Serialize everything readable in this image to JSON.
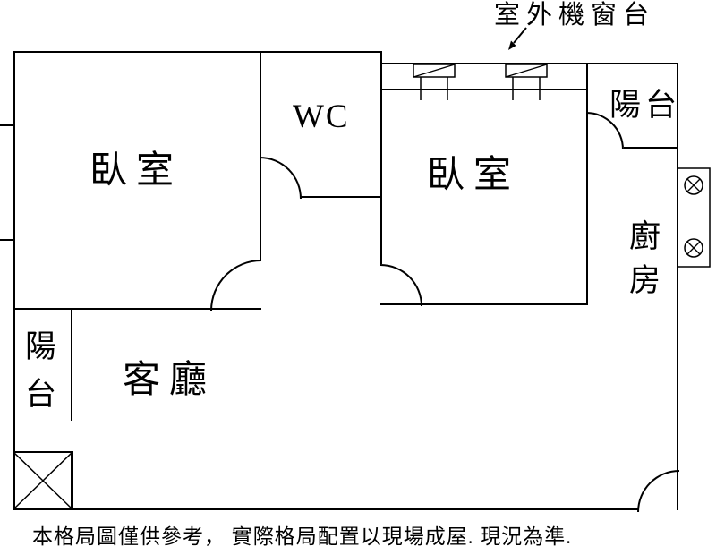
{
  "annotation": {
    "outdoor_unit_sill": "室外機窗台"
  },
  "rooms": {
    "bedroom_left": {
      "label": "臥室"
    },
    "wc": {
      "label": "WC"
    },
    "bedroom_right": {
      "label": "臥室"
    },
    "balcony_top": {
      "label": "陽台"
    },
    "kitchen": {
      "label": "廚房"
    },
    "balcony_left": {
      "label": "陽台"
    },
    "living_room": {
      "label": "客廳"
    }
  },
  "footer": {
    "disclaimer": "本格局圖僅供參考， 實際格局配置以現場成屋. 現況為準."
  },
  "symbols": {
    "ac_outdoor_unit": "rect-with-diagonal",
    "pipe_shaft": "circle-with-x",
    "washer_position": "box-with-x"
  },
  "colors": {
    "line": "#000000",
    "background": "#ffffff"
  }
}
